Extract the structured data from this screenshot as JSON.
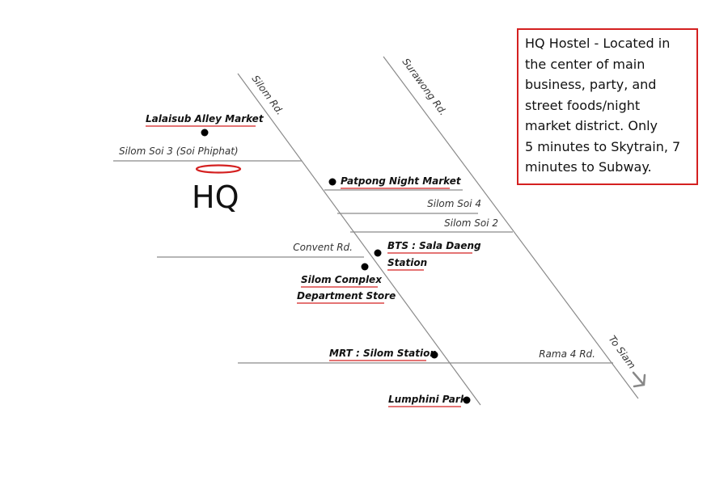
{
  "map": {
    "roads": {
      "silom_rd": "Silom Rd.",
      "surawong_rd": "Surawong Rd.",
      "silom_soi_3": "Silom Soi 3 (Soi Phiphat)",
      "silom_soi_4": "Silom Soi 4",
      "silom_soi_2": "Silom Soi 2",
      "convent_rd": "Convent Rd.",
      "rama_4_rd": "Rama 4 Rd.",
      "to_siam": "To Siam"
    },
    "places": {
      "lalaisub": "Lalaisub Alley Market",
      "patpong": "Patpong Night Market",
      "bts_line1": "BTS : Sala Daeng",
      "bts_line2": "Station",
      "silom_complex_line1": "Silom Complex",
      "silom_complex_line2": "Department Store",
      "mrt": "MRT : Silom Station",
      "lumphini": "Lumphini Park"
    },
    "hq_logo": "HQ"
  },
  "info_box": {
    "lines": [
      "HQ Hostel - Located in",
      "the center of main",
      "business, party, and",
      "street foods/night",
      "market district. Only",
      "5 minutes to Skytrain, 7",
      "minutes to Subway."
    ]
  },
  "colors": {
    "accent": "#d42020",
    "road": "#8a8a8a",
    "text": "#111111"
  }
}
